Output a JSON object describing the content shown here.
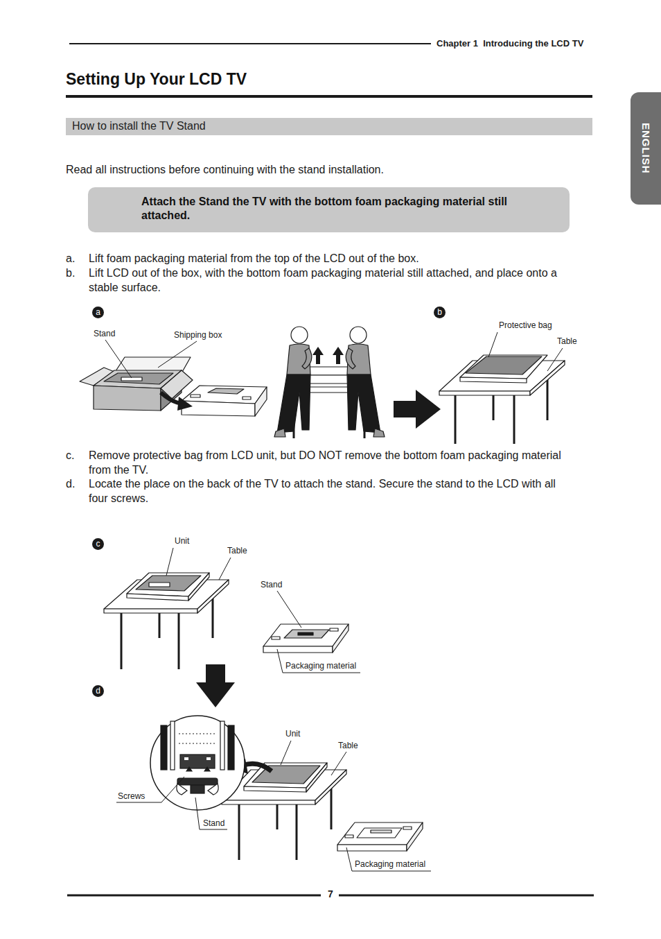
{
  "diagram": {
    "title": "Setting Up Your LCD TV",
    "nodes": [
      {
        "text": [
          "ENGLISH"
        ]
      },
      {
        "text": [
          "How to install the TV Stand"
        ]
      },
      {
        "text": [
          "Attach the Stand the TV with the bottom foam packaging material still attached."
        ]
      },
      {
        "text": [
          "a"
        ]
      },
      {
        "text": [
          "b"
        ]
      },
      {
        "text": [
          "c"
        ]
      },
      {
        "text": [
          "d"
        ]
      }
    ],
    "labels": [
      "Chapter 1  Introducing the LCD TV",
      "Read all instructions before continuing with the stand installation.",
      "a.",
      "Lift foam packaging material from the top of the LCD out of the box.",
      "b.",
      "Lift LCD out of the box, with the bottom foam packaging material still attached, and place onto a stable surface.",
      "Stand",
      "Shipping box",
      "Protective bag",
      "Table",
      "c.",
      "Remove protective bag from LCD unit, but DO NOT remove the bottom foam packaging material from the TV.",
      "d.",
      "Locate the place on the back of the TV to attach the stand. Secure the stand to the LCD with all four screws.",
      "Unit",
      "Table",
      "Stand",
      "Packaging material",
      "Screws",
      "Stand",
      "Unit",
      "Table",
      "Packaging material",
      "7"
    ]
  }
}
